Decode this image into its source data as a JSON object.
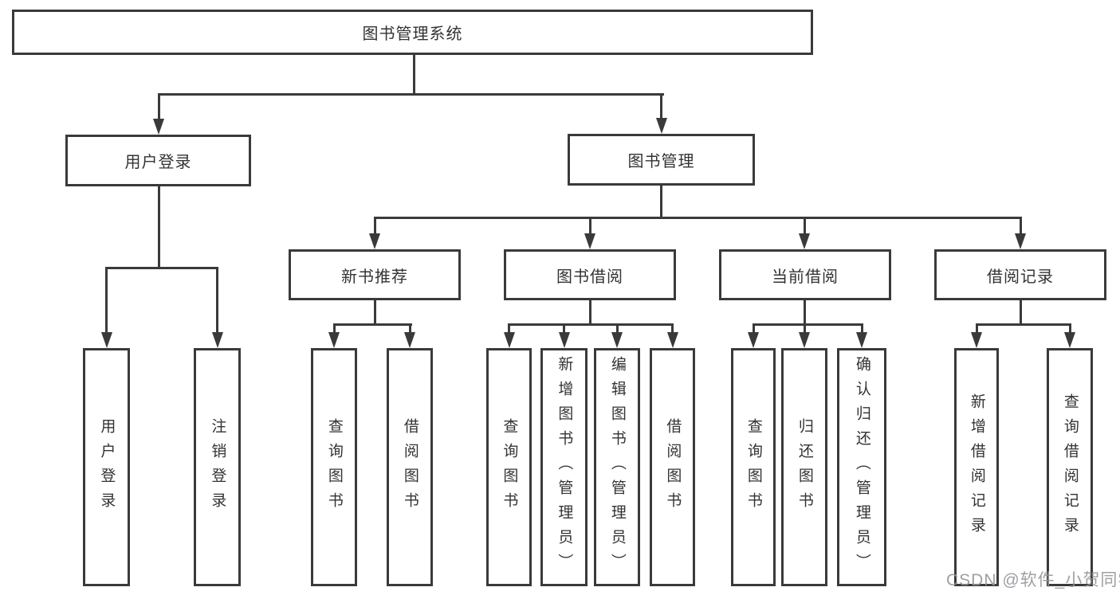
{
  "tree": {
    "label": "图书管理系统",
    "children": [
      {
        "label": "用户登录",
        "children": [
          {
            "label": "用户登录"
          },
          {
            "label": "注销登录"
          }
        ]
      },
      {
        "label": "图书管理",
        "children": [
          {
            "label": "新书推荐",
            "children": [
              {
                "label": "查询图书"
              },
              {
                "label": "借阅图书"
              }
            ]
          },
          {
            "label": "图书借阅",
            "children": [
              {
                "label": "查询图书"
              },
              {
                "label": "新增图书（管理员）"
              },
              {
                "label": "编辑图书（管理员）"
              },
              {
                "label": "借阅图书"
              }
            ]
          },
          {
            "label": "当前借阅",
            "children": [
              {
                "label": "查询图书"
              },
              {
                "label": "归还图书"
              },
              {
                "label": "确认归还（管理员）"
              }
            ]
          },
          {
            "label": "借阅记录",
            "children": [
              {
                "label": "新增借阅记录"
              },
              {
                "label": "查询借阅记录"
              }
            ]
          }
        ]
      }
    ]
  },
  "watermark": {
    "text": "CSDN @软件_小贺同学"
  },
  "colors": {
    "line": "#3a3a3a",
    "text": "#333333",
    "background": "#ffffff",
    "watermark": "#95959b"
  }
}
